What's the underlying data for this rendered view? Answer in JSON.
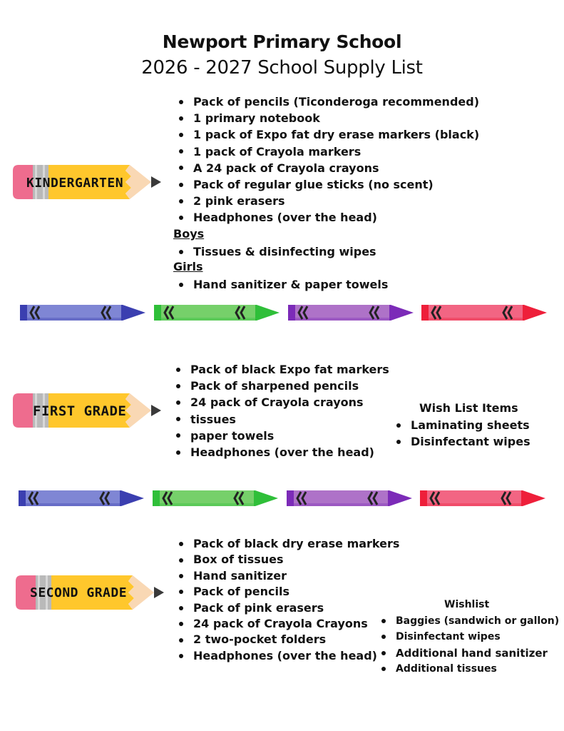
{
  "header": {
    "school_name": "Newport Primary School",
    "list_title": "2026 - 2027 School Supply List"
  },
  "kindergarten": {
    "label": "KINDERGARTEN",
    "items": [
      "Pack of pencils (Ticonderoga recommended)",
      "1 primary notebook",
      "1 pack of Expo fat dry erase markers (black)",
      "1 pack of Crayola markers",
      "A 24 pack of Crayola crayons",
      "Pack of regular glue sticks (no scent)",
      "2 pink erasers",
      "Headphones (over the head)"
    ],
    "boys_heading": "Boys",
    "boys_items": [
      "Tissues & disinfecting wipes"
    ],
    "girls_heading": "Girls",
    "girls_items": [
      "Hand sanitizer & paper towels"
    ]
  },
  "first_grade": {
    "label": "FIRST GRADE",
    "items": [
      "Pack of black Expo fat markers",
      "Pack of sharpened pencils",
      "24 pack of Crayola crayons",
      "tissues",
      "paper towels",
      "Headphones (over the head)"
    ],
    "wish_title": "Wish List Items",
    "wish_items": [
      "Laminating sheets",
      "Disinfectant wipes"
    ]
  },
  "second_grade": {
    "label": "SECOND GRADE",
    "items": [
      "Pack of black dry erase markers",
      "Box of tissues",
      "Hand sanitizer",
      "Pack of pencils",
      "Pack of pink erasers",
      "24 pack of Crayola Crayons",
      "2 two-pocket folders",
      "Headphones (over the head)"
    ],
    "wish_title": "Wishlist",
    "wish_items": [
      "Baggies (sandwich or gallon)",
      "Disinfectant wipes",
      "Additional hand sanitizer",
      "Additional tissues"
    ]
  },
  "colors": {
    "pencil_body": "#FFC72C",
    "pencil_eraser": "#EE6C8E",
    "pencil_ferrule": "#B9B9B9",
    "pencil_wood": "#F9D8B4",
    "pencil_tip": "#3A3A3A",
    "crayon_blue": "#7F86D4",
    "crayon_blue_dark": "#3B3FB0",
    "crayon_green": "#76D06A",
    "crayon_green_dark": "#2FBF39",
    "crayon_purple": "#AE72C8",
    "crayon_purple_dark": "#7C2BB8",
    "crayon_red": "#F26583",
    "crayon_red_dark": "#EE1F3A"
  },
  "icons": {
    "pencil": "pencil-icon",
    "crayon": "crayon-icon"
  }
}
